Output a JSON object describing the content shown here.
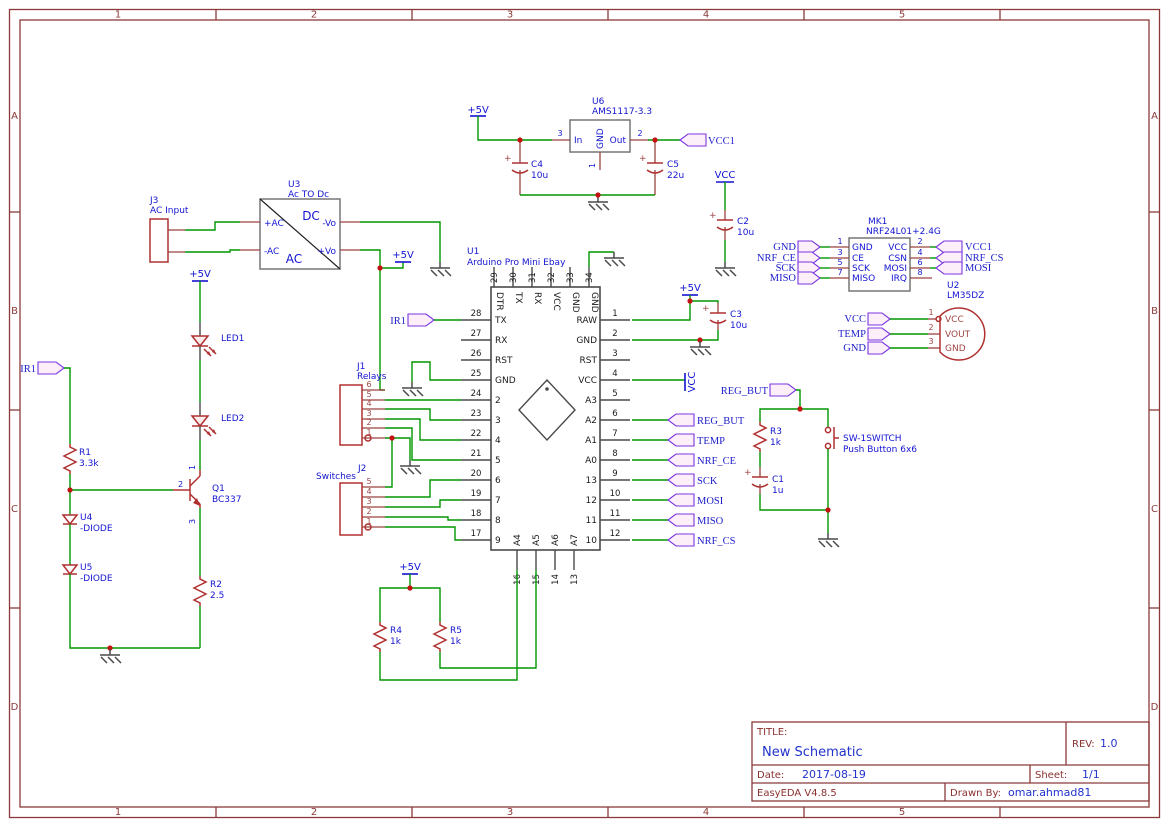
{
  "frame": {
    "cols": [
      "1",
      "2",
      "3",
      "4",
      "5"
    ],
    "rows": [
      "A",
      "B",
      "C",
      "D"
    ]
  },
  "title_block": {
    "title_label": "TITLE:",
    "title": "New Schematic",
    "rev_label": "REV:",
    "rev": "1.0",
    "date_label": "Date:",
    "date": "2017-08-19",
    "sheet_label": "Sheet:",
    "sheet": "1/1",
    "tool_version": "EasyEDA V4.8.5",
    "drawn_by_label": "Drawn By:",
    "drawn_by": "omar.ahmad81"
  },
  "power": {
    "p5v": "+5V",
    "vcc": "VCC"
  },
  "nets": {
    "ir1": "IR1",
    "vcc1": "VCC1",
    "vcc": "VCC",
    "gnd": "GND",
    "reg_but": "REG_BUT",
    "temp": "TEMP",
    "nrf_ce": "NRF_CE",
    "sck": "SCK",
    "mosi": "MOSI",
    "miso": "MISO",
    "nrf_cs": "NRF_CS"
  },
  "components": {
    "u6": {
      "ref": "U6",
      "value": "AMS1117-3.3",
      "pin_in_num": "3",
      "pin_in": "In",
      "pin_out_num": "2",
      "pin_out": "Out",
      "pin_gnd_num": "1",
      "pin_gnd": "GND"
    },
    "u3": {
      "ref": "U3",
      "value": "Ac TO Dc",
      "pac": "+AC",
      "nac": "-AC",
      "dc": "DC",
      "ac": "AC",
      "nvo": "-Vo",
      "pvo": "+Vo"
    },
    "j3": {
      "ref": "J3",
      "value": "AC Input"
    },
    "c1": {
      "ref": "C1",
      "value": "1u"
    },
    "c2": {
      "ref": "C2",
      "value": "10u"
    },
    "c3": {
      "ref": "C3",
      "value": "10u"
    },
    "c4": {
      "ref": "C4",
      "value": "10u"
    },
    "c5": {
      "ref": "C5",
      "value": "22u"
    },
    "r1": {
      "ref": "R1",
      "value": "3.3k"
    },
    "r2": {
      "ref": "R2",
      "value": "2.5"
    },
    "r3": {
      "ref": "R3",
      "value": "1k"
    },
    "r4": {
      "ref": "R4",
      "value": "1k"
    },
    "r5": {
      "ref": "R5",
      "value": "1k"
    },
    "led1": {
      "ref": "LED1"
    },
    "led2": {
      "ref": "LED2"
    },
    "q1": {
      "ref": "Q1",
      "value": "BC337",
      "p1": "1",
      "p2": "2",
      "p3": "3"
    },
    "u4": {
      "ref": "U4",
      "value": "-DIODE"
    },
    "u5": {
      "ref": "U5",
      "value": "-DIODE"
    },
    "j1": {
      "ref": "J1",
      "value": "Relays",
      "pins": [
        "1",
        "2",
        "3",
        "4",
        "5",
        "6"
      ]
    },
    "j2": {
      "ref": "J2",
      "value": "Switches",
      "pins": [
        "1",
        "2",
        "3",
        "4",
        "5"
      ]
    },
    "sw": {
      "ref": "SW-1SWITCH",
      "value": "Push Button 6x6"
    },
    "mk1": {
      "ref": "MK1",
      "value": "NRF24L01+2.4G",
      "left": [
        {
          "num": "1",
          "name": "GND"
        },
        {
          "num": "3",
          "name": "CE"
        },
        {
          "num": "5",
          "name": "SCK"
        },
        {
          "num": "7",
          "name": "MISO"
        }
      ],
      "right": [
        {
          "num": "2",
          "name": "VCC"
        },
        {
          "num": "4",
          "name": "CSN"
        },
        {
          "num": "6",
          "name": "MOSI"
        },
        {
          "num": "8",
          "name": "IRQ"
        }
      ]
    },
    "u2": {
      "ref": "U2",
      "value": "LM35DZ",
      "pins": [
        {
          "num": "1",
          "name": "VCC"
        },
        {
          "num": "2",
          "name": "VOUT"
        },
        {
          "num": "3",
          "name": "GND"
        }
      ]
    },
    "u1": {
      "ref": "U1",
      "value": "Arduino Pro Mini Ebay",
      "left": [
        {
          "num": "28",
          "name": "TX"
        },
        {
          "num": "27",
          "name": "RX"
        },
        {
          "num": "26",
          "name": "RST"
        },
        {
          "num": "25",
          "name": "GND"
        },
        {
          "num": "24",
          "name": "2"
        },
        {
          "num": "23",
          "name": "3"
        },
        {
          "num": "22",
          "name": "4"
        },
        {
          "num": "21",
          "name": "5"
        },
        {
          "num": "20",
          "name": "6"
        },
        {
          "num": "19",
          "name": "7"
        },
        {
          "num": "18",
          "name": "8"
        },
        {
          "num": "17",
          "name": "9"
        }
      ],
      "right": [
        {
          "num": "1",
          "name": "RAW"
        },
        {
          "num": "2",
          "name": "GND"
        },
        {
          "num": "3",
          "name": "RST"
        },
        {
          "num": "4",
          "name": "VCC"
        },
        {
          "num": "5",
          "name": "A3"
        },
        {
          "num": "6",
          "name": "A2"
        },
        {
          "num": "7",
          "name": "A1"
        },
        {
          "num": "8",
          "name": "A0"
        },
        {
          "num": "9",
          "name": "13"
        },
        {
          "num": "10",
          "name": "12"
        },
        {
          "num": "11",
          "name": "11"
        },
        {
          "num": "12",
          "name": "10"
        }
      ],
      "top": [
        {
          "num": "29",
          "name": "DTR"
        },
        {
          "num": "30",
          "name": "TX"
        },
        {
          "num": "31",
          "name": "RX"
        },
        {
          "num": "32",
          "name": "VCC"
        },
        {
          "num": "33",
          "name": "GND"
        },
        {
          "num": "34",
          "name": "GND"
        }
      ],
      "bottom": [
        {
          "num": "16",
          "name": "A4"
        },
        {
          "num": "15",
          "name": "A5"
        },
        {
          "num": "14",
          "name": "A6"
        },
        {
          "num": "13",
          "name": "A7"
        }
      ]
    }
  },
  "colors": {
    "wire": "#009700",
    "symbol": "#b03030",
    "frame": "#8b3a3a",
    "label_blue": "#1414d2",
    "net_text": "#2020cc",
    "flag_outline": "#7b35e0",
    "flag_fill": "#fdeffa",
    "junction": "#c41212"
  }
}
